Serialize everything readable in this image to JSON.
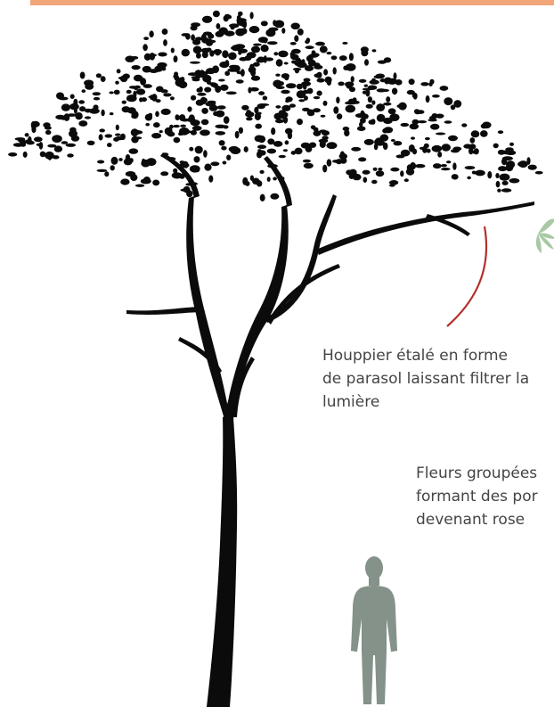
{
  "colors": {
    "band": "#f3a57a",
    "tree": "#0b0b0b",
    "human": "#849289",
    "annotation_line": "#b3302c",
    "label_text": "#444444",
    "leaf": "#a8c9a4"
  },
  "icons": [
    "tree-silhouette",
    "human-silhouette",
    "leaf-icon"
  ],
  "labels": {
    "crown": {
      "line1": "Houppier étalé en forme",
      "line2": "de parasol laissant filtrer la",
      "line3": "lumière"
    },
    "flowers": {
      "line1": "Fleurs groupées",
      "line2": "formant des por",
      "line3": "devenant rose"
    }
  }
}
